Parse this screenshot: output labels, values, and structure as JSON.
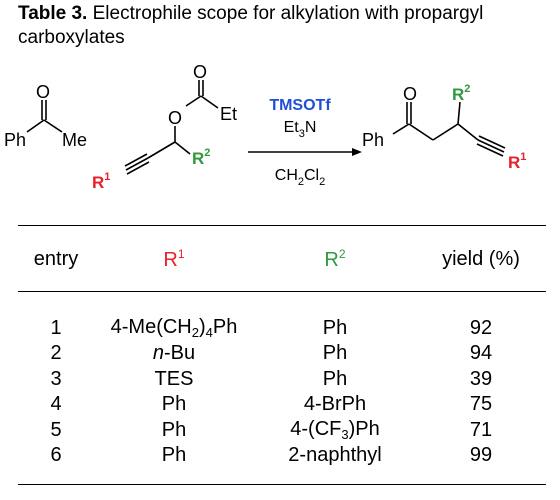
{
  "caption": {
    "label": "Table 3.",
    "text": "Electrophile scope for alkylation with propargyl carboxylates"
  },
  "scheme": {
    "reagent_main": "TMSOTf",
    "reagent_base_parts": [
      "Et",
      "3",
      "N"
    ],
    "solvent_parts": [
      "CH",
      "2",
      "Cl",
      "2"
    ],
    "ketone": {
      "ph": "Ph",
      "me": "Me",
      "o": "O"
    },
    "ester": {
      "o1": "O",
      "o2": "O",
      "et": "Et",
      "r1": "R",
      "r1_sup": "1",
      "r2": "R",
      "r2_sup": "2"
    },
    "product": {
      "o": "O",
      "ph": "Ph",
      "r1": "R",
      "r1_sup": "1",
      "r2": "R",
      "r2_sup": "2"
    }
  },
  "colors": {
    "red": "#e8202a",
    "green": "#2e9a3c",
    "blue": "#1f4fd8"
  },
  "table": {
    "headers": {
      "entry": "entry",
      "r1": "R",
      "r1_sup": "1",
      "r2": "R",
      "r2_sup": "2",
      "yield": "yield (%)"
    },
    "rows": [
      {
        "entry": "1",
        "r1": "4-Me(CH",
        "r1_sub": "2",
        "r1_tail": ")",
        "r1_sub2": "4",
        "r1_tail2": "Ph",
        "r2": "Ph",
        "yield": "92"
      },
      {
        "entry": "2",
        "r1_italic": "n",
        "r1": "-Bu",
        "r2": "Ph",
        "yield": "94"
      },
      {
        "entry": "3",
        "r1": "TES",
        "r2": "Ph",
        "yield": "39"
      },
      {
        "entry": "4",
        "r1": "Ph",
        "r2": "4-BrPh",
        "yield": "75"
      },
      {
        "entry": "5",
        "r1": "Ph",
        "r2_pre": "4-(CF",
        "r2_sub": "3",
        "r2_post": ")Ph",
        "yield": "71"
      },
      {
        "entry": "6",
        "r1": "Ph",
        "r2": "2-naphthyl",
        "yield": "99"
      }
    ]
  }
}
